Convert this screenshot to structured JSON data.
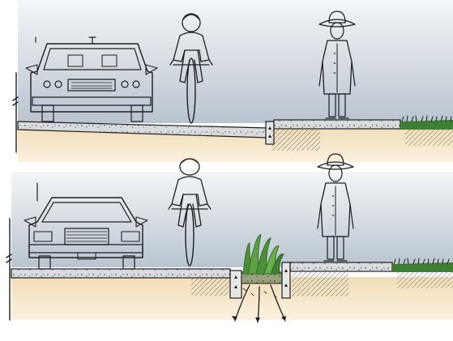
{
  "figure": {
    "panels": [
      {
        "id": "standard-street-section",
        "elements": [
          "car",
          "cyclist",
          "pedestrian",
          "curb",
          "sidewalk",
          "grass"
        ]
      },
      {
        "id": "green-street-section",
        "elements": [
          "car",
          "cyclist",
          "pedestrian",
          "bioswale-planter",
          "sidewalk",
          "grass",
          "infiltration-arrows"
        ]
      }
    ],
    "colors": {
      "sky_top": "#f4f6f8",
      "sky_bottom": "#b9c4cf",
      "ground": "#f1ddb8",
      "pavement": "#d9dcdf",
      "ink": "#1e1e1e",
      "grass": "#4f8f3a",
      "grass_dark": "#2f6b25",
      "planter_soil": "#9aa07a"
    },
    "icons": [
      "car-icon",
      "cyclist-icon",
      "pedestrian-icon",
      "bioswale-icon",
      "drain-arrow-icon"
    ]
  }
}
